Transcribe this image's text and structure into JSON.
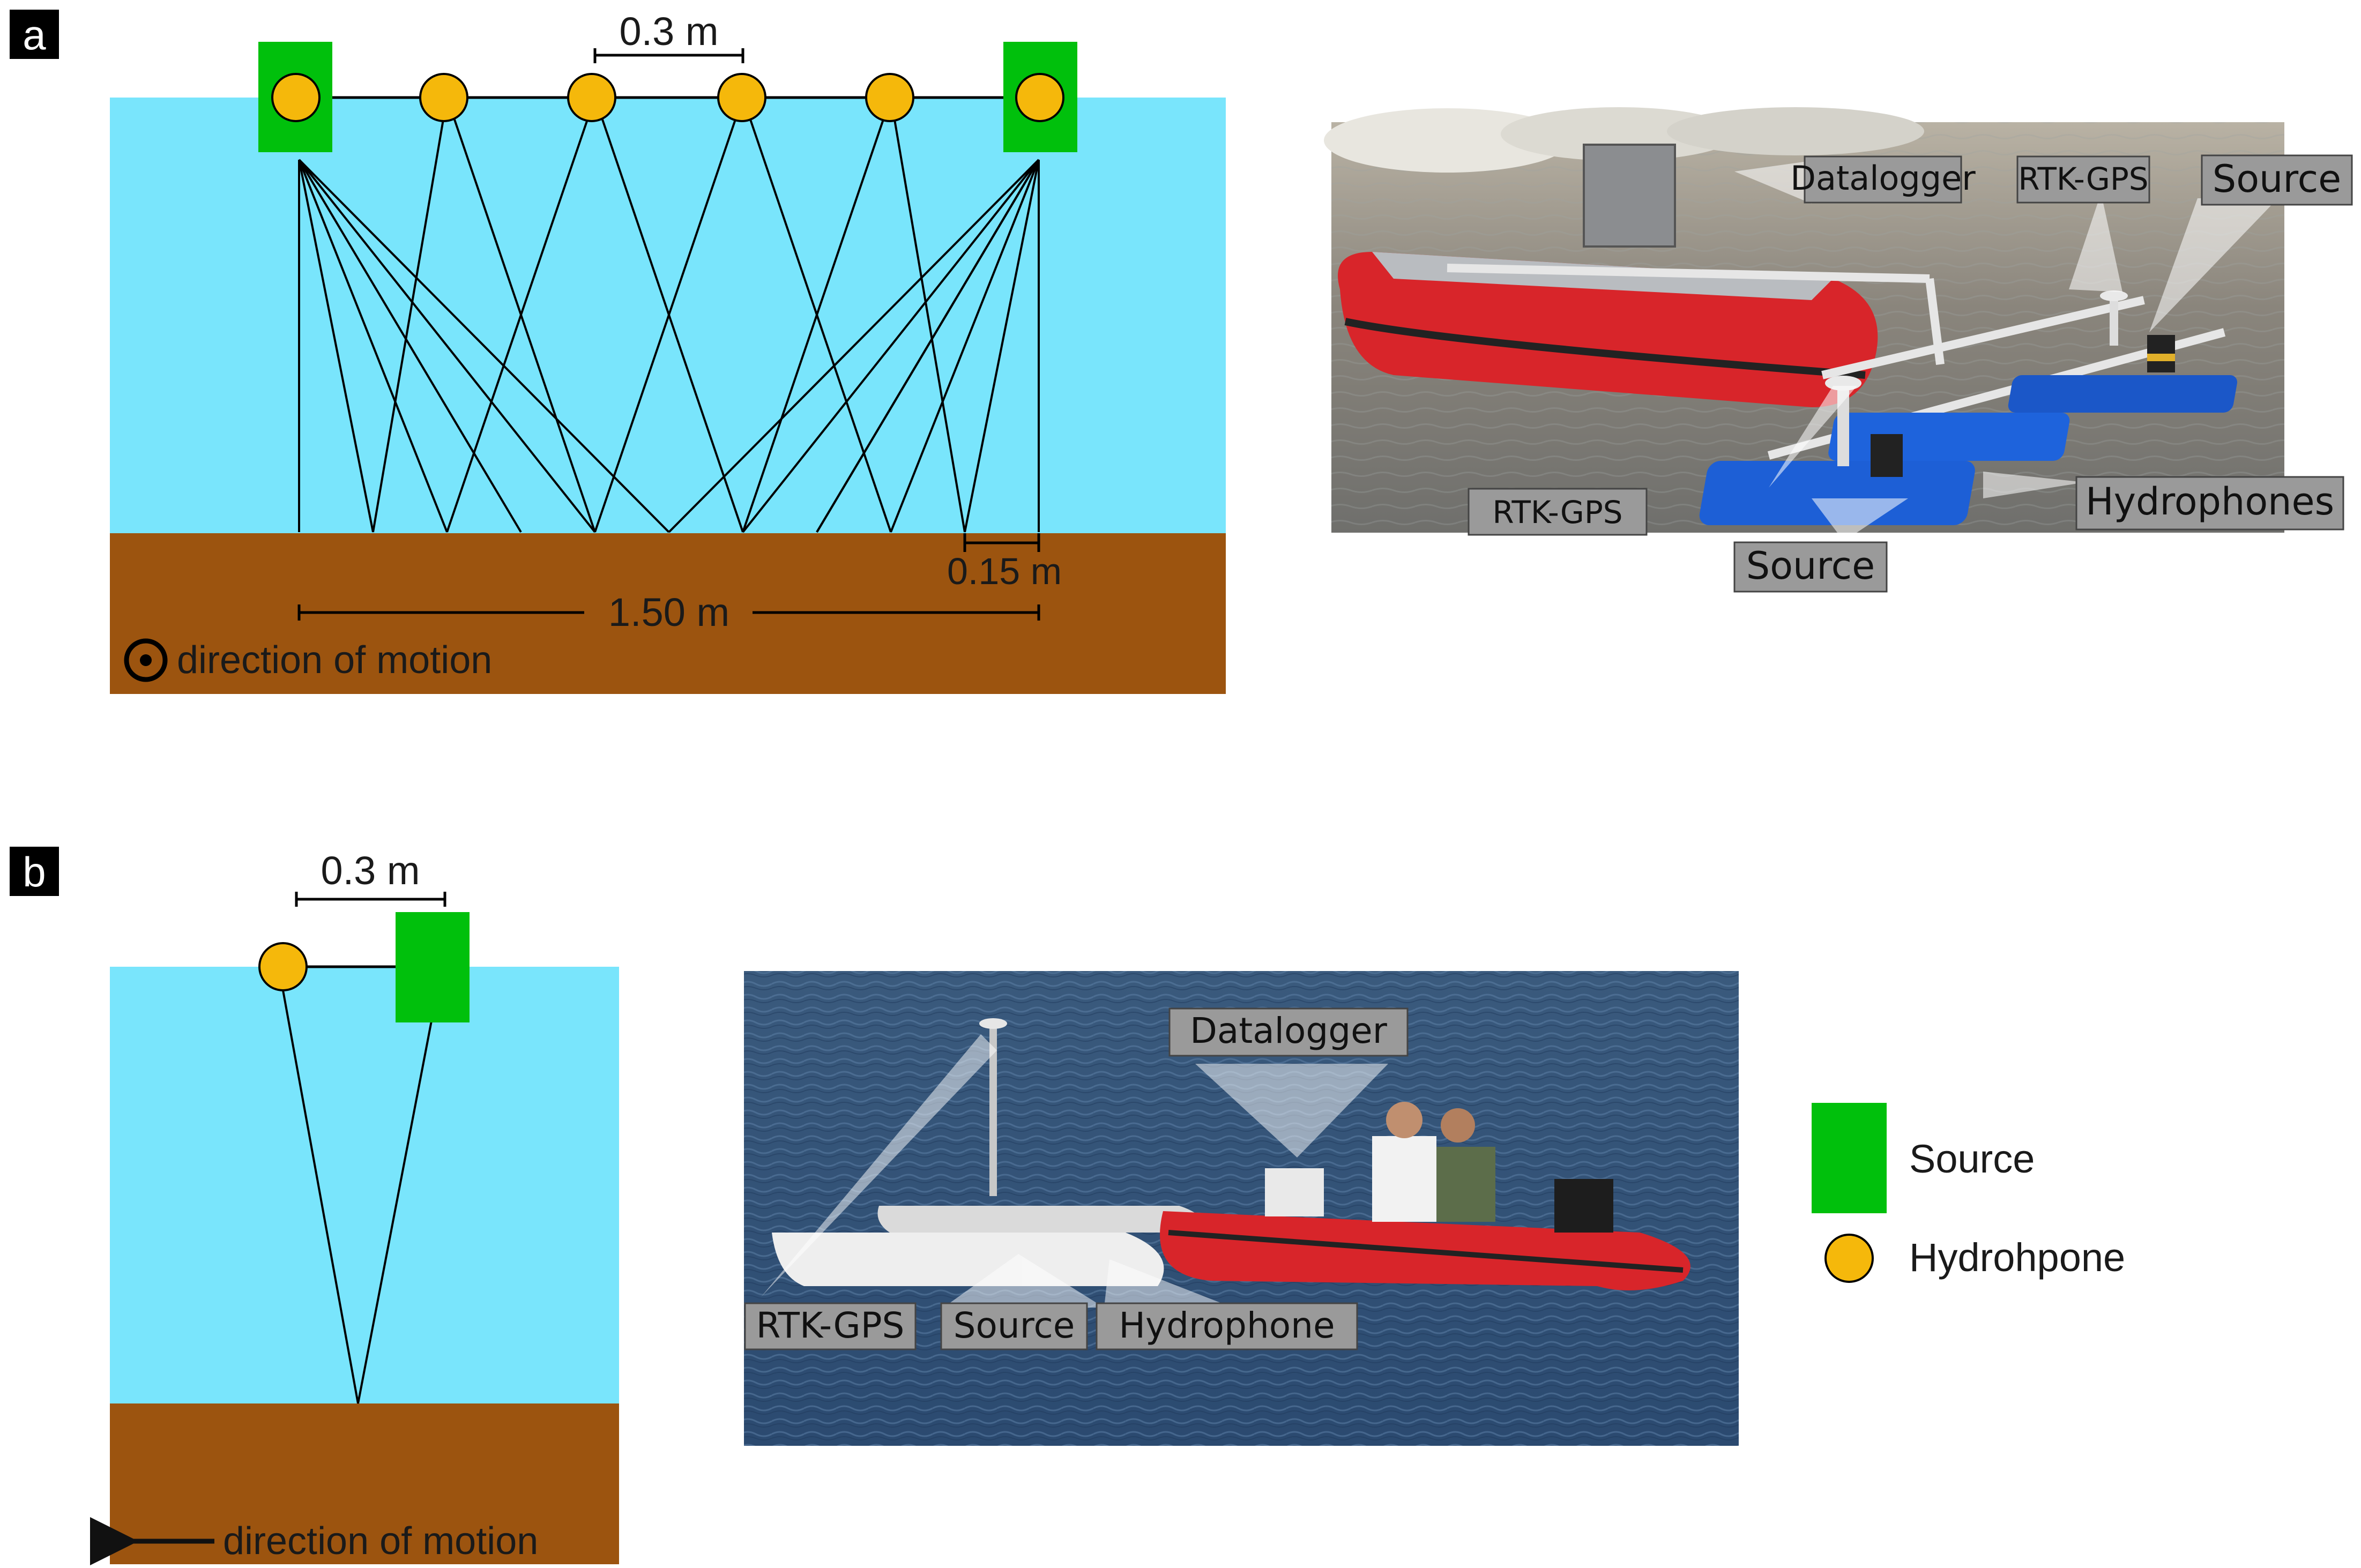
{
  "panel_a": {
    "letter": "a",
    "spacing_top": "0.3 m",
    "offset_bottom": "0.15 m",
    "total_span": "1.50 m",
    "motion_label": "direction of motion",
    "photo_labels": {
      "datalogger": "Datalogger",
      "rtk_gps_top": "RTK-GPS",
      "source_top": "Source",
      "rtk_gps_left": "RTK-GPS",
      "hydrophones": "Hydrophones",
      "source_bottom": "Source"
    }
  },
  "panel_b": {
    "letter": "b",
    "spacing_top": "0.3 m",
    "motion_label": "direction of motion",
    "photo_labels": {
      "datalogger": "Datalogger",
      "rtk_gps": "RTK-GPS",
      "source": "Source",
      "hydrophone": "Hydrophone"
    }
  },
  "legend": {
    "source": "Source",
    "hydrophone": "Hydrohpone"
  },
  "colors": {
    "water": "#79e5fc",
    "sediment": "#9c540f",
    "source": "#00c00c",
    "hydrophone": "#f5b80b",
    "callout_bg": "#9a9a9a",
    "boat_red": "#d8252a",
    "float_blue": "#1d5fd6"
  }
}
